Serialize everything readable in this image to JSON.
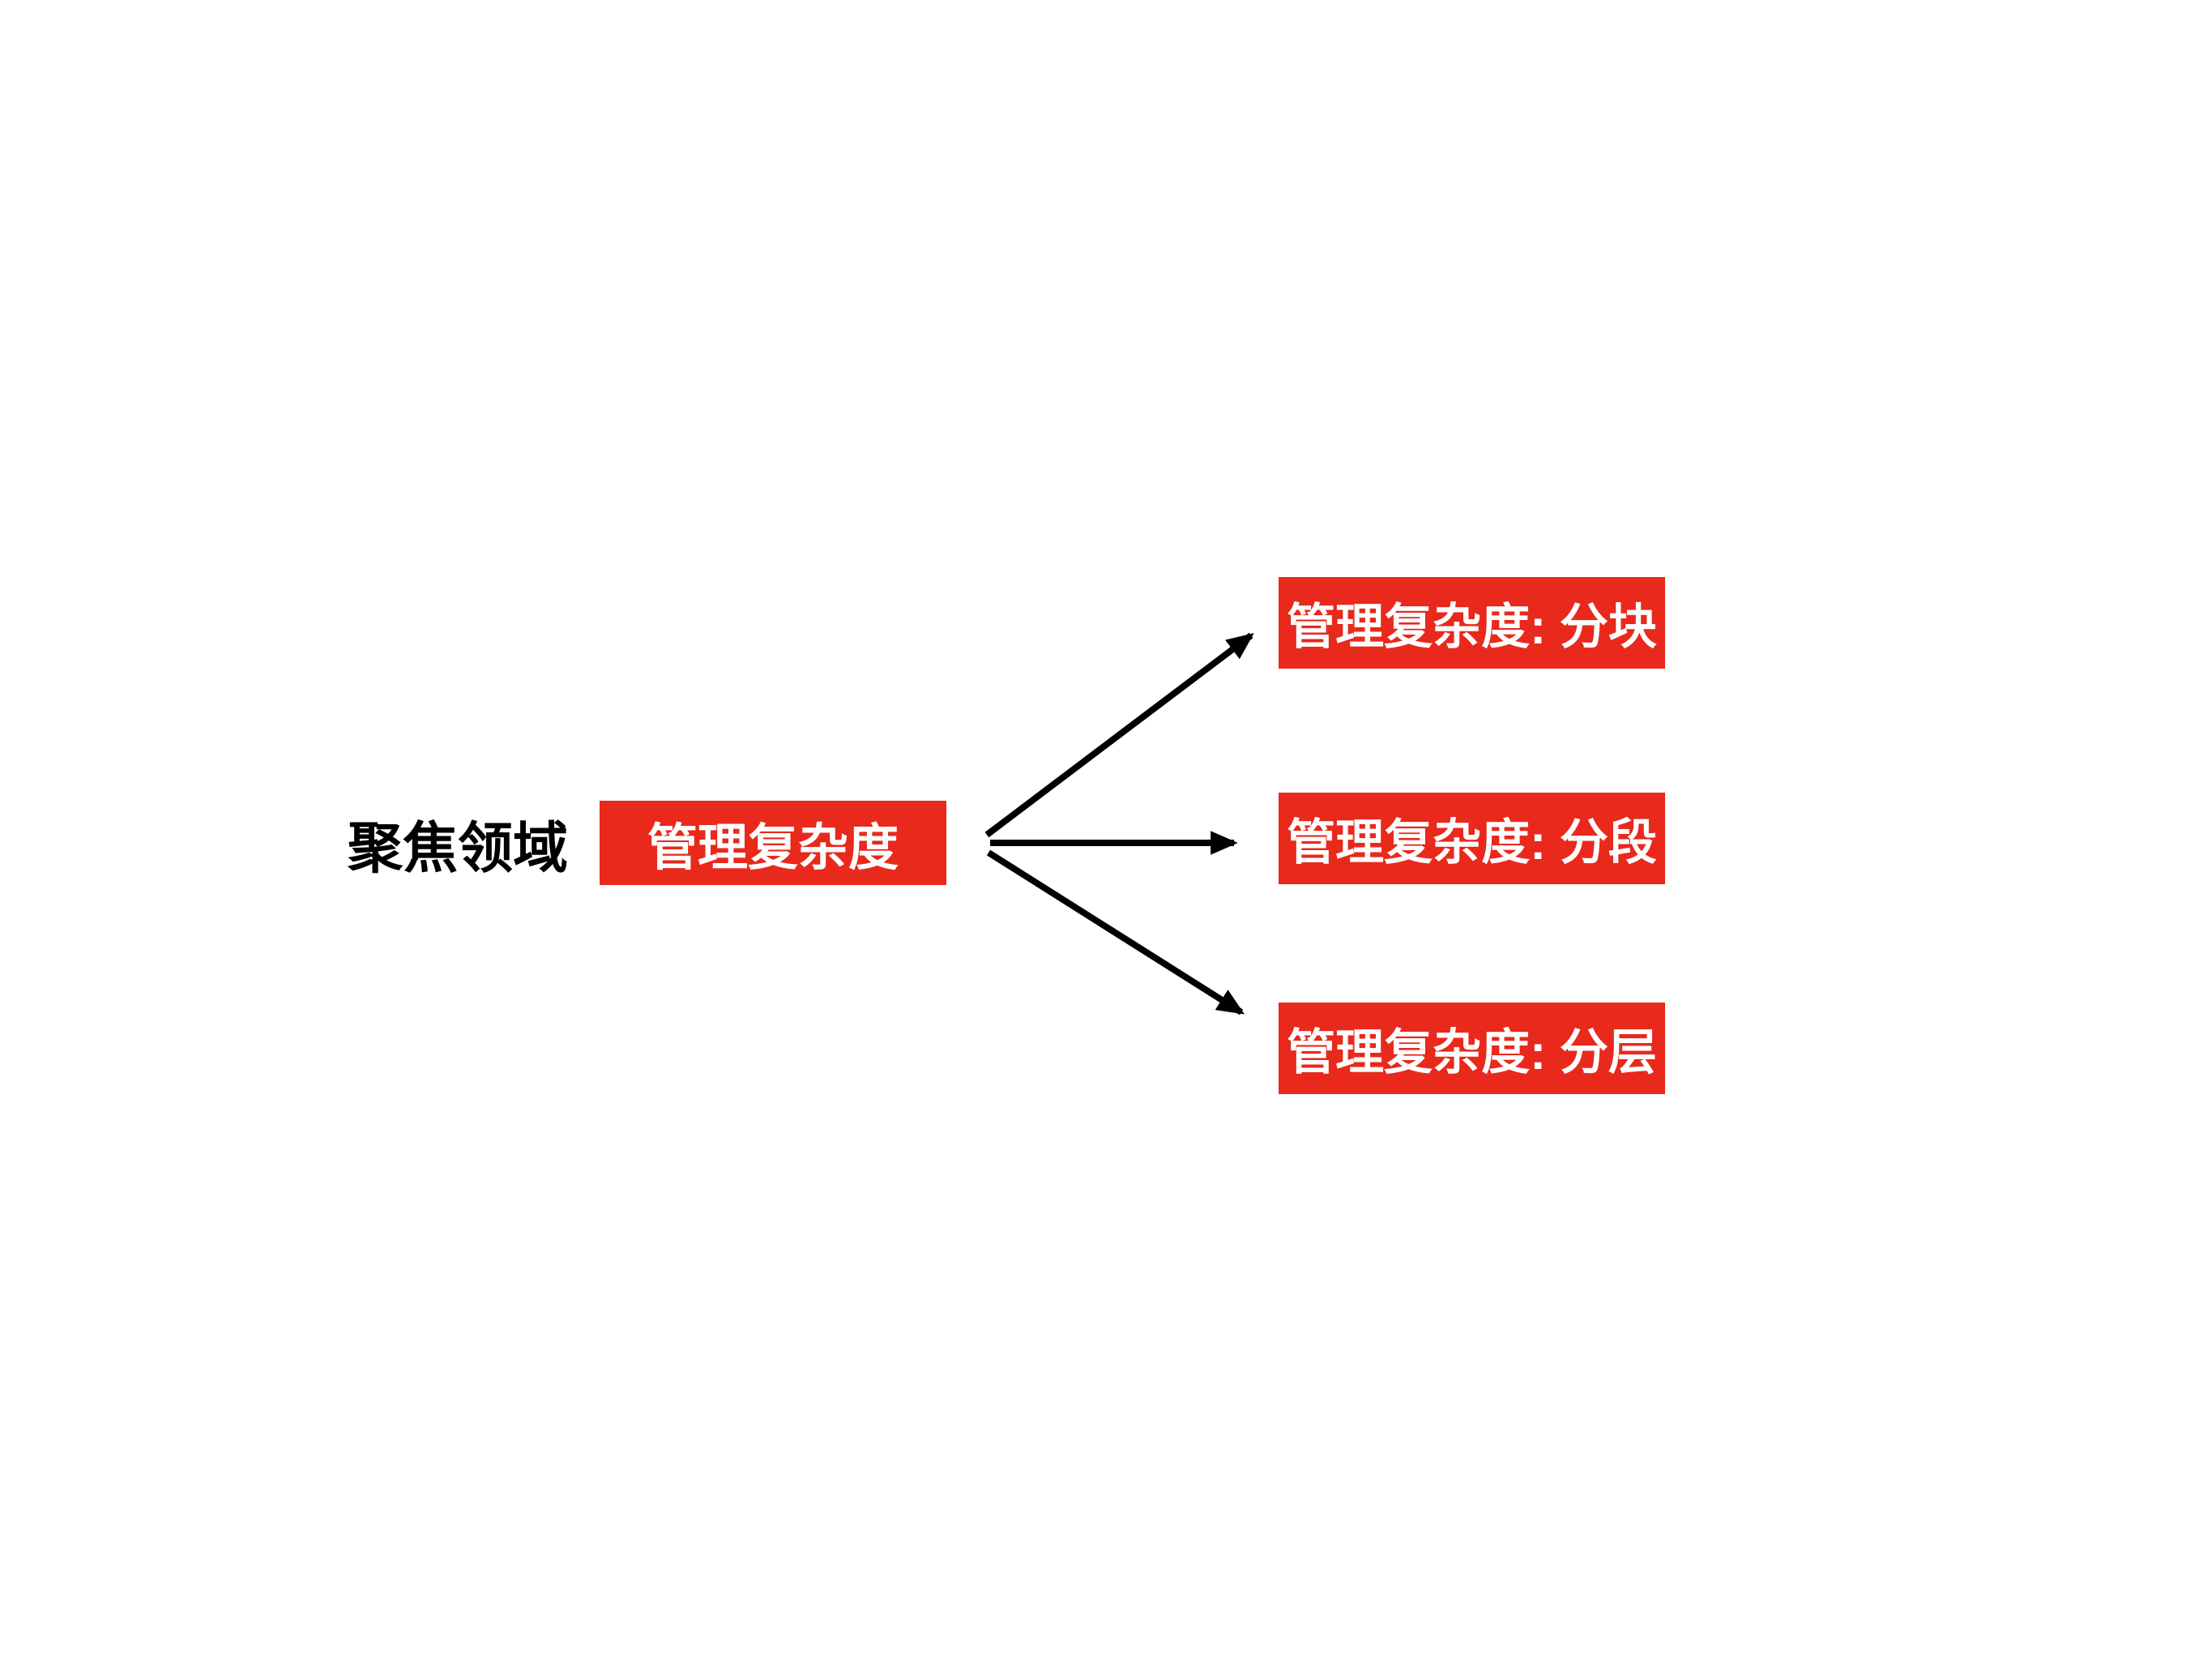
{
  "page": {
    "background_color": "#FFFFFF"
  },
  "diagram": {
    "focus_label": "聚焦领域",
    "root_node": {
      "text": "管理复杂度"
    },
    "child_nodes": [
      {
        "text": "管理复杂度: 分块"
      },
      {
        "text": "管理复杂度: 分段"
      },
      {
        "text": "管理复杂度: 分层"
      }
    ],
    "colors": {
      "node_background": "#E8291C",
      "node_text": "#FFFFFF",
      "label_text": "#000000",
      "arrow": "#000000"
    }
  }
}
